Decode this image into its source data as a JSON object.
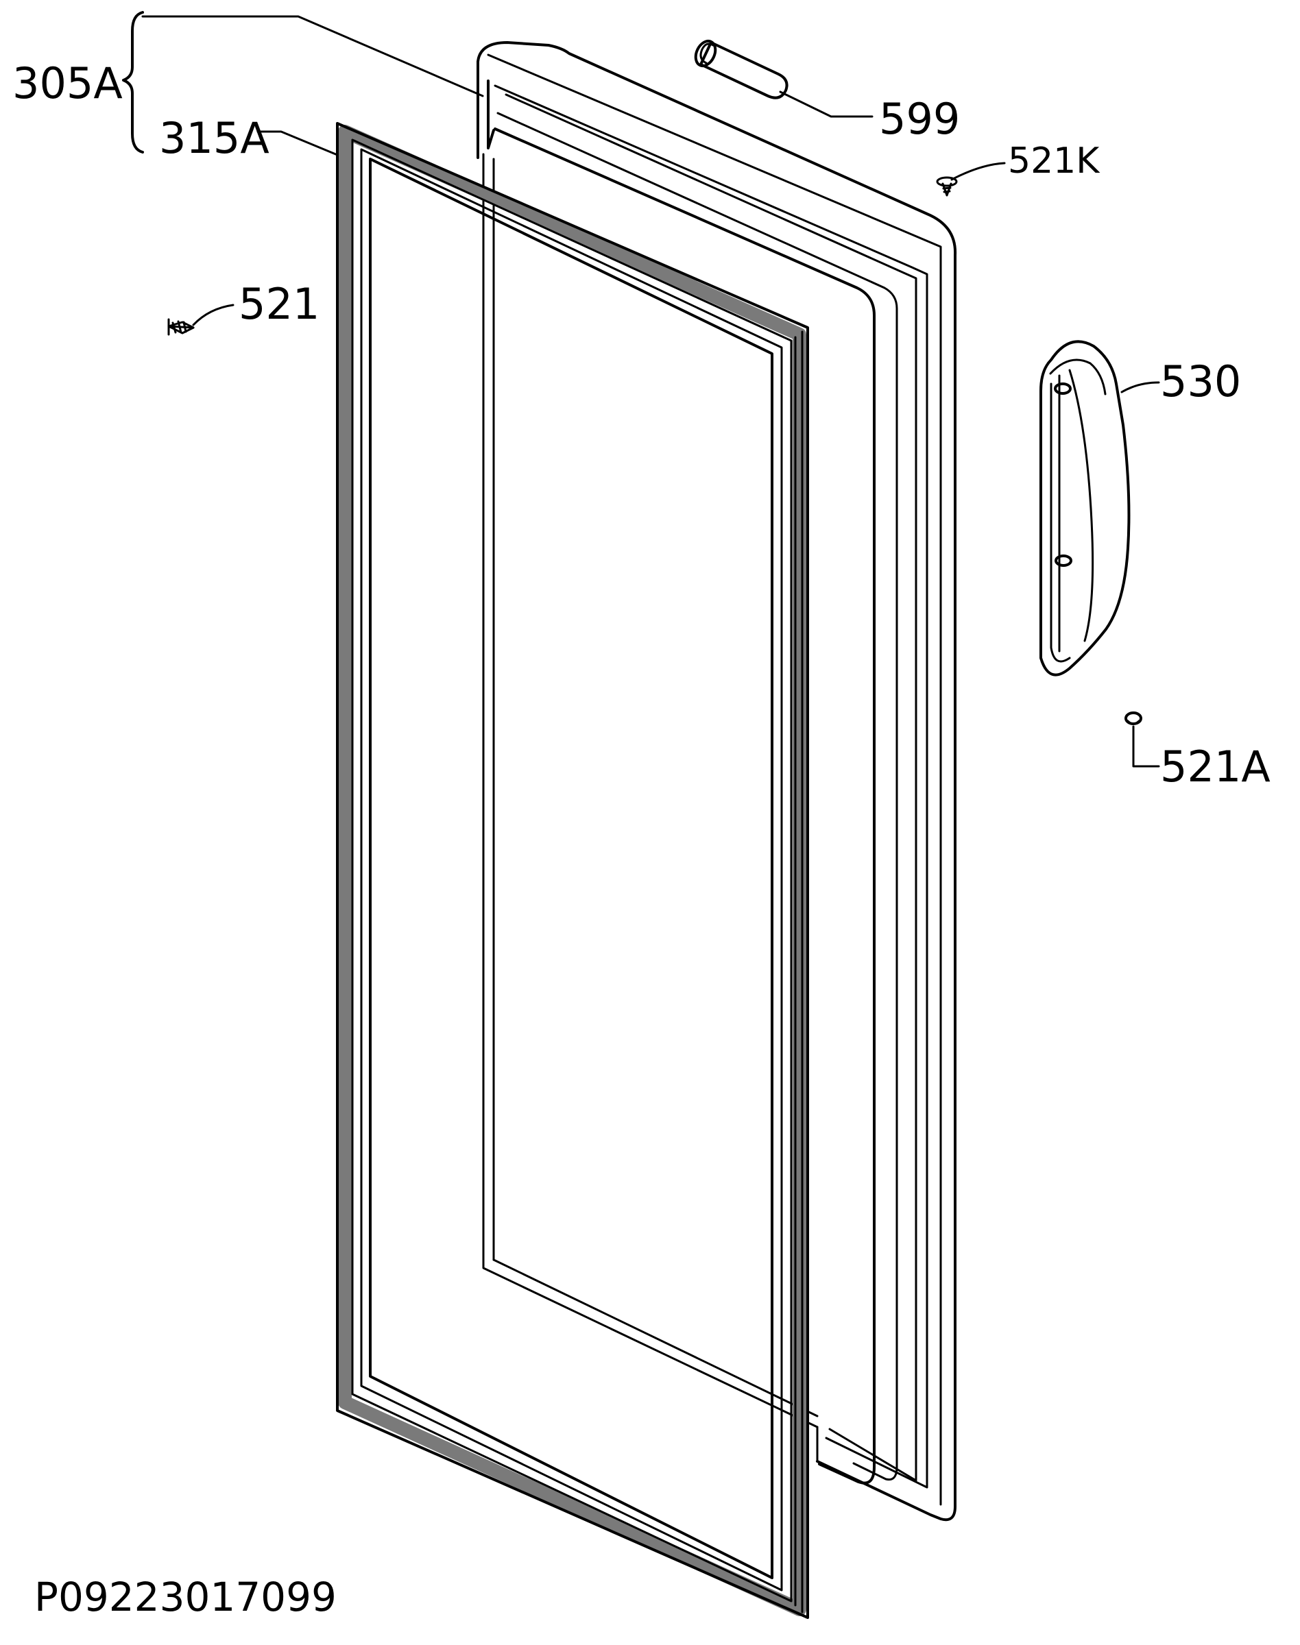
{
  "labels": {
    "door_assembly": "305A",
    "gasket": "315A",
    "screw_left": "521",
    "sleeve": "599",
    "screw_top": "521K",
    "handle": "530",
    "cap": "521A"
  },
  "document_id": "P09223017099",
  "icons": {
    "door": "door-panel-icon",
    "gasket": "door-gasket-icon",
    "handle": "door-handle-icon",
    "sleeve": "hinge-sleeve-icon",
    "screw": "screw-icon",
    "cap": "cover-cap-icon"
  },
  "colors": {
    "line": "#000000",
    "background": "#ffffff",
    "gasket_shade": "#7a7a7a"
  }
}
